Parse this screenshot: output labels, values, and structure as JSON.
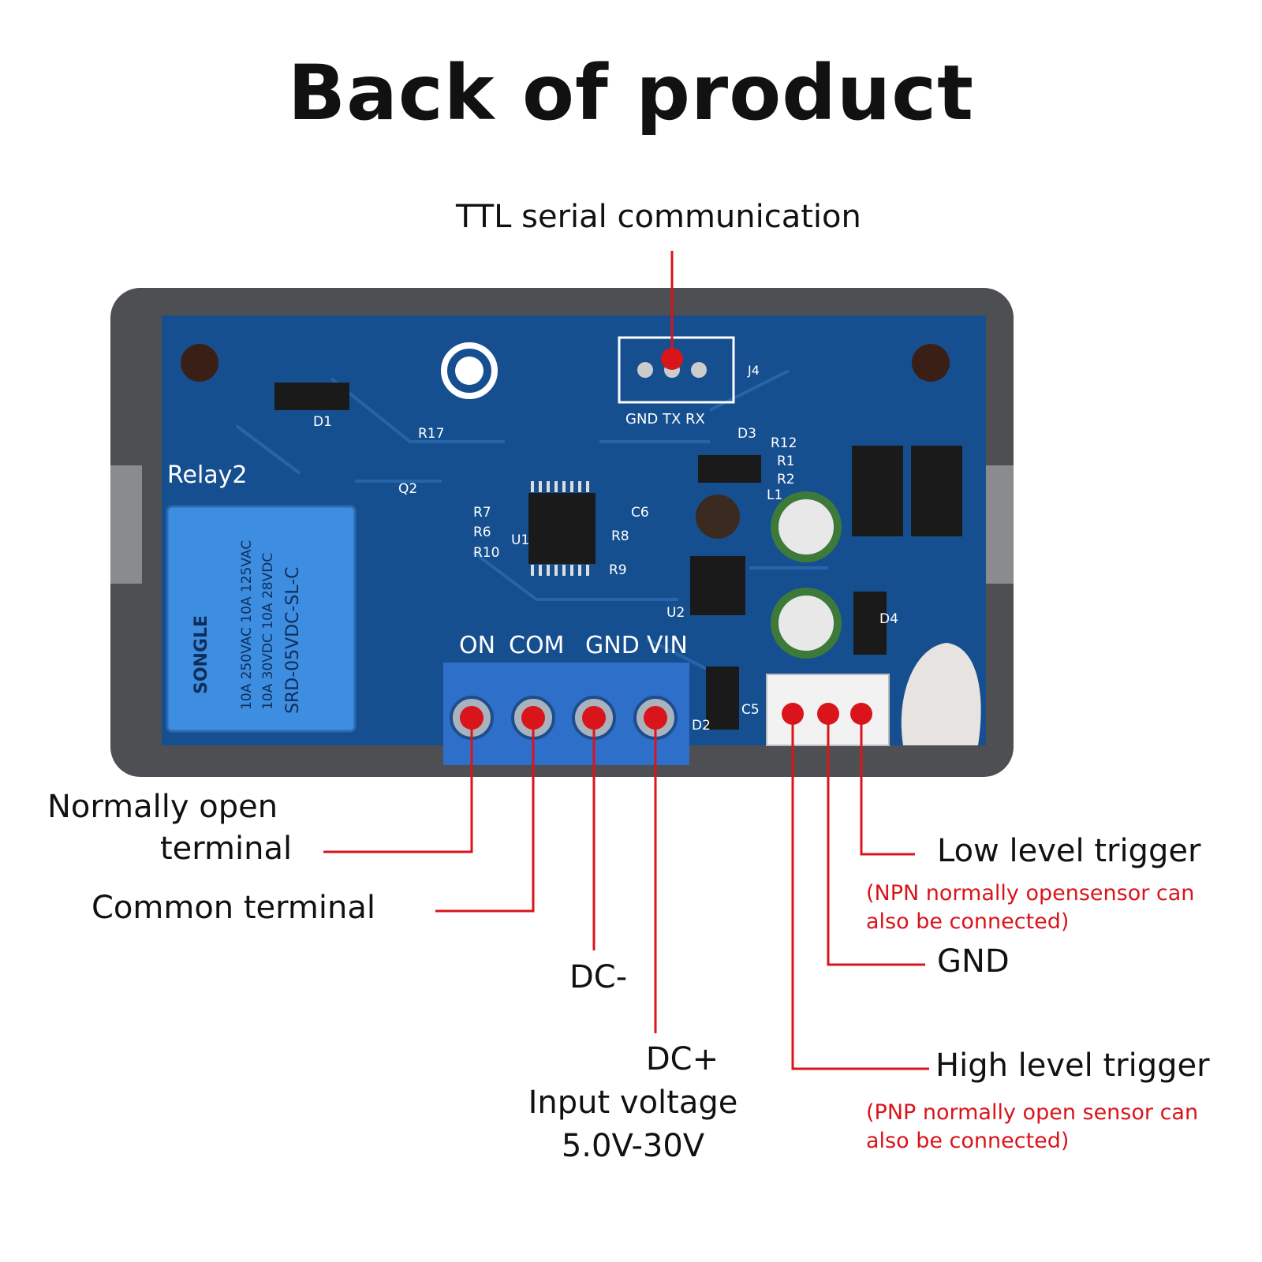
{
  "title": "Back of product",
  "labels": {
    "ttl": "TTL serial communication",
    "normally_open": [
      "Normally open",
      "terminal"
    ],
    "common": "Common terminal",
    "dc_minus": "DC-",
    "dc_plus": [
      "DC+",
      "Input voltage",
      "5.0V-30V"
    ],
    "low_trigger": "Low level trigger",
    "low_note": [
      "(NPN normally opensensor can",
      "also be connected)"
    ],
    "gnd": "GND",
    "high_trigger": "High level trigger",
    "high_note": [
      "(PNP normally open sensor can",
      "also be connected)"
    ]
  },
  "board": {
    "relay_label": "Relay2",
    "header_pins": "GND TX RX",
    "header_ref": "J4",
    "terminal_pins": [
      "ON",
      "COM",
      "GND",
      "VIN"
    ],
    "relay_brand": "SONGLE",
    "relay_model": "SRD-05VDC-SL-C",
    "relay_ratings": [
      "10A 250VAC 10A 125VAC",
      "10A 30VDC 10A 28VDC"
    ],
    "components": [
      "D1",
      "R17",
      "Q2",
      "D3",
      "R12",
      "R1",
      "R2",
      "L1",
      "R7",
      "R6",
      "R10",
      "U1",
      "R8",
      "R9",
      "C6",
      "U2",
      "D4",
      "C5",
      "D2"
    ]
  },
  "colors": {
    "accent": "#d9141b",
    "pcb": "#164f8f",
    "housing": "#4e4f52",
    "terminal": "#2e6fc9"
  }
}
